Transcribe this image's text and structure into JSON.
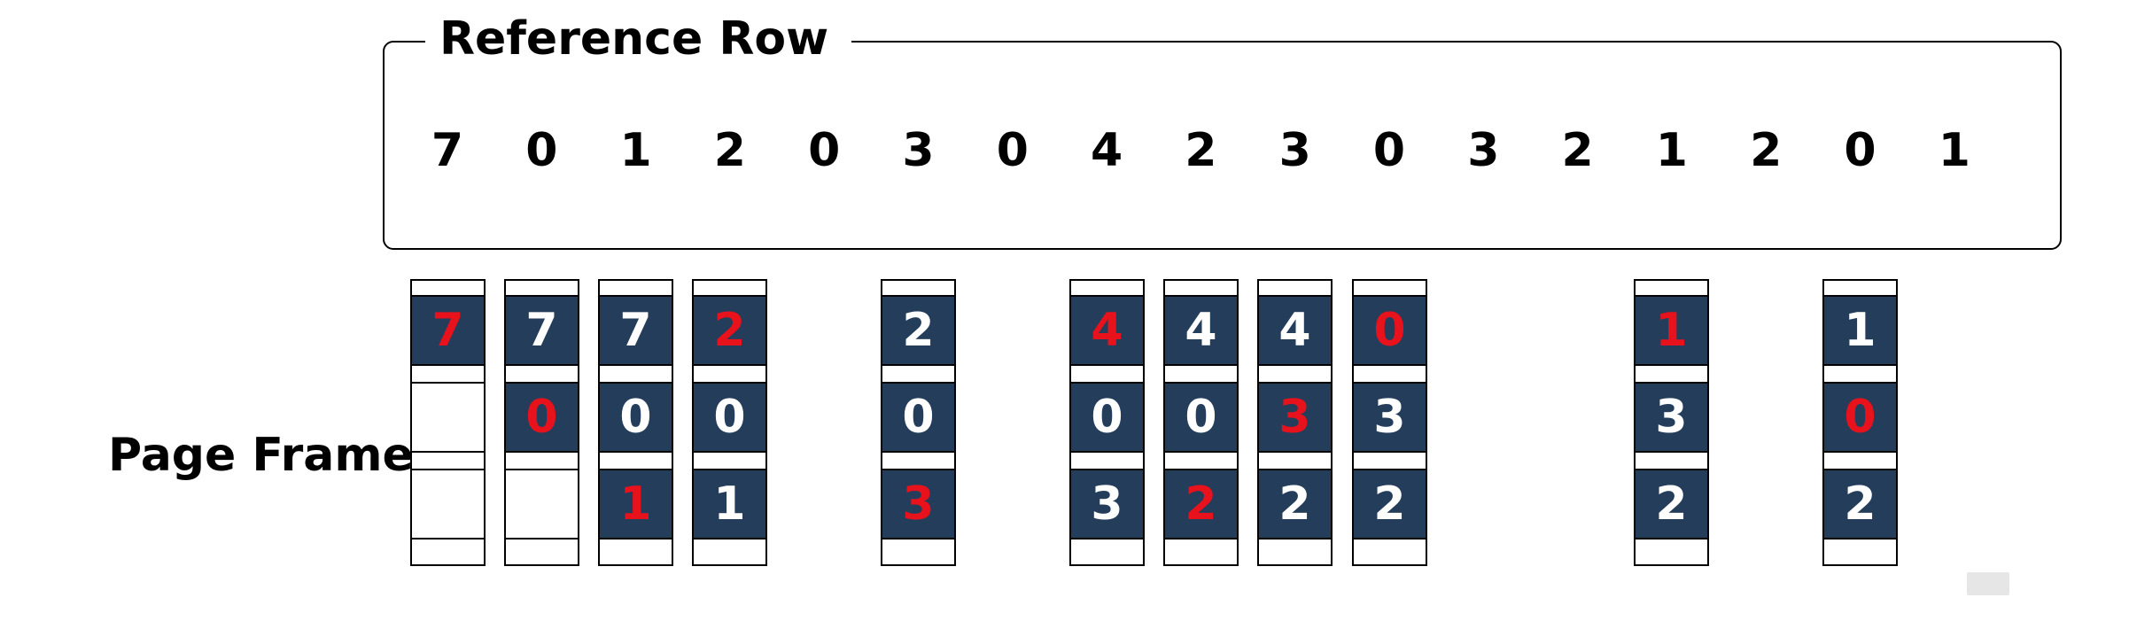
{
  "reference": {
    "title": "Reference Row",
    "sequence": [
      "7",
      "0",
      "1",
      "2",
      "0",
      "3",
      "0",
      "4",
      "2",
      "3",
      "0",
      "3",
      "2",
      "1",
      "2",
      "0",
      "1"
    ]
  },
  "page_frame": {
    "label": "Page Frame:",
    "columns": [
      {
        "ref_index": 0,
        "frames": [
          {
            "v": "7",
            "new": true
          },
          {
            "v": "",
            "new": false
          },
          {
            "v": "",
            "new": false
          }
        ]
      },
      {
        "ref_index": 1,
        "frames": [
          {
            "v": "7",
            "new": false
          },
          {
            "v": "0",
            "new": true
          },
          {
            "v": "",
            "new": false
          }
        ]
      },
      {
        "ref_index": 2,
        "frames": [
          {
            "v": "7",
            "new": false
          },
          {
            "v": "0",
            "new": false
          },
          {
            "v": "1",
            "new": true
          }
        ]
      },
      {
        "ref_index": 3,
        "frames": [
          {
            "v": "2",
            "new": true
          },
          {
            "v": "0",
            "new": false
          },
          {
            "v": "1",
            "new": false
          }
        ]
      },
      {
        "ref_index": 5,
        "frames": [
          {
            "v": "2",
            "new": false
          },
          {
            "v": "0",
            "new": false
          },
          {
            "v": "3",
            "new": true
          }
        ]
      },
      {
        "ref_index": 7,
        "frames": [
          {
            "v": "4",
            "new": true
          },
          {
            "v": "0",
            "new": false
          },
          {
            "v": "3",
            "new": false
          }
        ]
      },
      {
        "ref_index": 8,
        "frames": [
          {
            "v": "4",
            "new": false
          },
          {
            "v": "0",
            "new": false
          },
          {
            "v": "2",
            "new": true
          }
        ]
      },
      {
        "ref_index": 9,
        "frames": [
          {
            "v": "4",
            "new": false
          },
          {
            "v": "3",
            "new": true
          },
          {
            "v": "2",
            "new": false
          }
        ]
      },
      {
        "ref_index": 10,
        "frames": [
          {
            "v": "0",
            "new": true
          },
          {
            "v": "3",
            "new": false
          },
          {
            "v": "2",
            "new": false
          }
        ]
      },
      {
        "ref_index": 13,
        "frames": [
          {
            "v": "1",
            "new": true
          },
          {
            "v": "3",
            "new": false
          },
          {
            "v": "2",
            "new": false
          }
        ]
      },
      {
        "ref_index": 15,
        "frames": [
          {
            "v": "1",
            "new": false
          },
          {
            "v": "0",
            "new": true
          },
          {
            "v": "2",
            "new": false
          }
        ]
      }
    ]
  },
  "colors": {
    "frame_fill": "#243d5b",
    "frame_text": "#ffffff",
    "new_page_text": "#e8121c",
    "border": "#000000"
  }
}
